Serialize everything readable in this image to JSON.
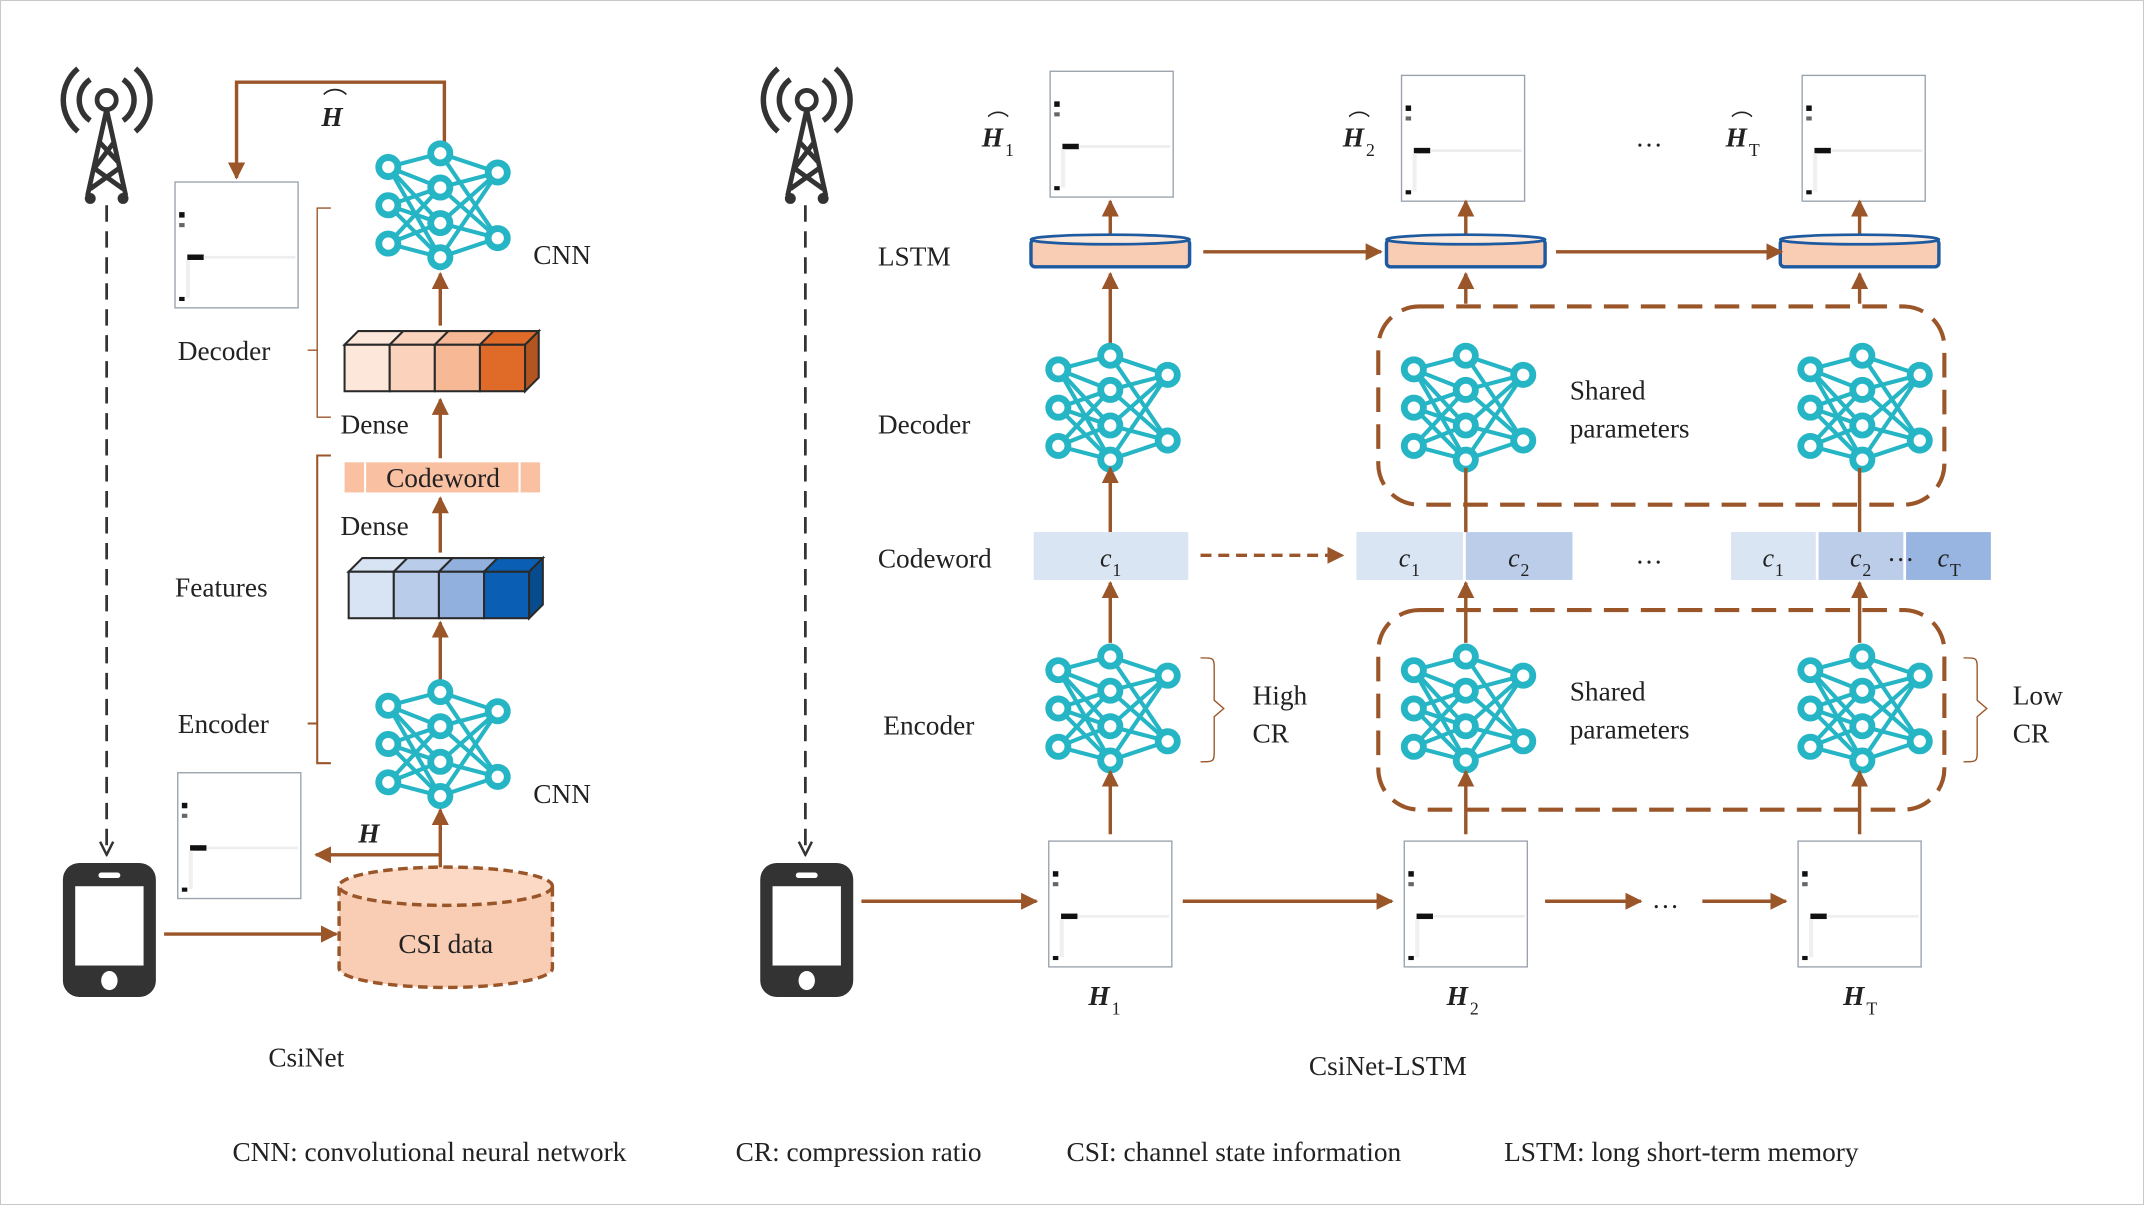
{
  "figure": {
    "left_panel": {
      "caption": "CsiNet",
      "labels": {
        "decoder": "Decoder",
        "features": "Features",
        "encoder": "Encoder",
        "dense_top": "Dense",
        "dense_bottom": "Dense",
        "codeword": "Codeword",
        "cnn_top": "CNN",
        "cnn_bottom": "CNN",
        "csi_data": "CSI data",
        "h_hat": "H",
        "h": "H"
      },
      "decoder_dense_colors": [
        "#fde6da",
        "#fbd3bd",
        "#f7b895",
        "#e06a28"
      ],
      "encoder_features_colors": [
        "#d8e3f3",
        "#b9cce9",
        "#91b0de",
        "#0a5fb4"
      ]
    },
    "right_panel": {
      "caption": "CsiNet-LSTM",
      "row_labels": {
        "lstm": "LSTM",
        "decoder": "Decoder",
        "codeword": "Codeword",
        "encoder": "Encoder"
      },
      "outputs": [
        {
          "symbol": "H",
          "subscript": "1"
        },
        {
          "symbol": "H",
          "subscript": "2"
        },
        {
          "symbol": "H",
          "subscript": "T"
        }
      ],
      "inputs": [
        {
          "symbol": "H",
          "subscript": "1"
        },
        {
          "symbol": "H",
          "subscript": "2"
        },
        {
          "symbol": "H",
          "subscript": "T"
        }
      ],
      "ellipsis": "…",
      "shared_params": {
        "line1": "Shared",
        "line2": "parameters"
      },
      "high_cr": {
        "line1": "High",
        "line2": "CR"
      },
      "low_cr": {
        "line1": "Low",
        "line2": "CR"
      },
      "codewords": {
        "first": [
          {
            "c": "c",
            "sub": "1"
          }
        ],
        "second": [
          {
            "c": "c",
            "sub": "1"
          },
          {
            "c": "c",
            "sub": "2"
          }
        ],
        "last": [
          {
            "c": "c",
            "sub": "1"
          },
          {
            "c": "c",
            "sub": "2"
          },
          {
            "c": "c",
            "sub": "T"
          }
        ]
      },
      "codeword_colors": [
        "#dae5f4",
        "#bccdea",
        "#97b5e0"
      ],
      "lstm_fill": "#f9cdb4",
      "lstm_stroke": "#1e5aa0"
    },
    "accent_colors": {
      "arrow": "#9a5528",
      "network": "#25b5c5",
      "icon": "#333333",
      "csi_fill": "#f9cdb4"
    },
    "legend": [
      "CNN: convolutional neural network",
      "CR: compression ratio",
      "CSI: channel state information",
      "LSTM: long short-term memory"
    ]
  }
}
